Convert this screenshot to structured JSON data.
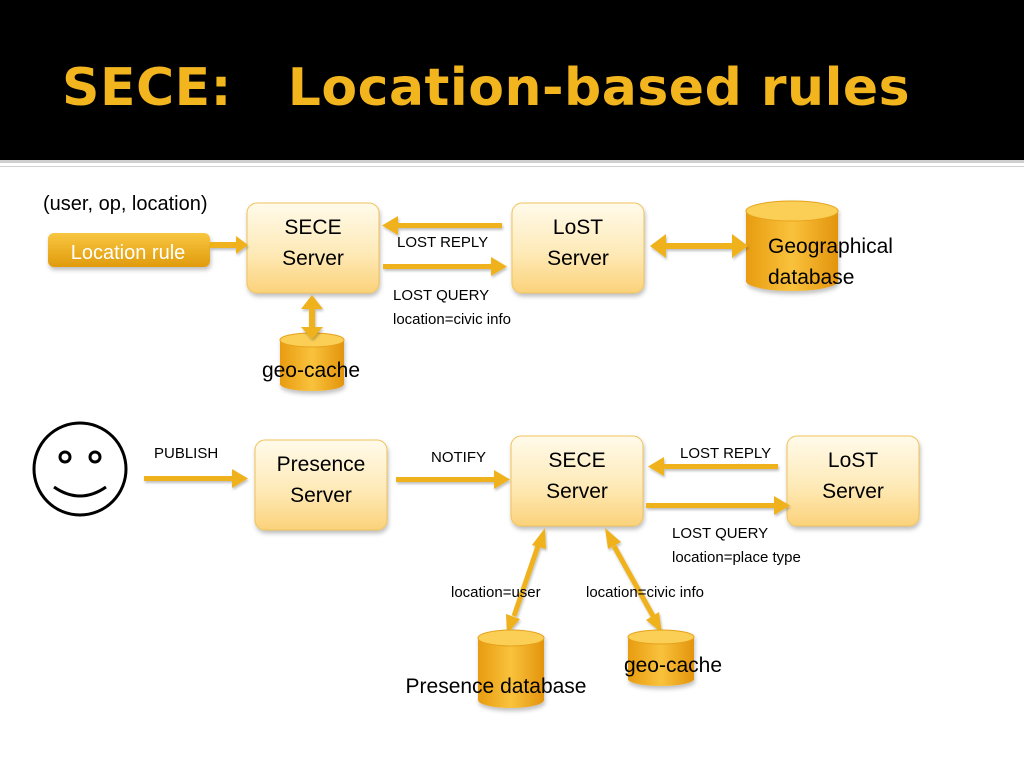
{
  "slide": {
    "title": "SECE:   Location-based rules"
  },
  "top_flow": {
    "rule_tuple": "(user, op, location)",
    "location_rule": "Location rule",
    "sece_server": [
      "SECE",
      "Server"
    ],
    "lost_server": [
      "LoST",
      "Server"
    ],
    "lost_reply": "LOST REPLY",
    "lost_query": [
      "LOST QUERY",
      "location=civic info"
    ],
    "geo_database": [
      "Geographical",
      "database"
    ],
    "geo_cache": "geo-cache"
  },
  "bottom_flow": {
    "publish": "PUBLISH",
    "presence_server": [
      "Presence",
      "Server"
    ],
    "notify": "NOTIFY",
    "sece_server": [
      "SECE",
      "Server"
    ],
    "lost_server": [
      "LoST",
      "Server"
    ],
    "lost_reply": "LOST REPLY",
    "lost_query": [
      "LOST QUERY",
      "location=place type"
    ],
    "location_user": "location=user",
    "location_civic": "location=civic info",
    "presence_database": "Presence database",
    "geo_cache": "geo-cache"
  },
  "colors": {
    "accent": "#f2b51e",
    "box_fill_top": "#fff8de",
    "box_fill_bottom": "#fbd98c",
    "arrow": "#efb21f"
  }
}
